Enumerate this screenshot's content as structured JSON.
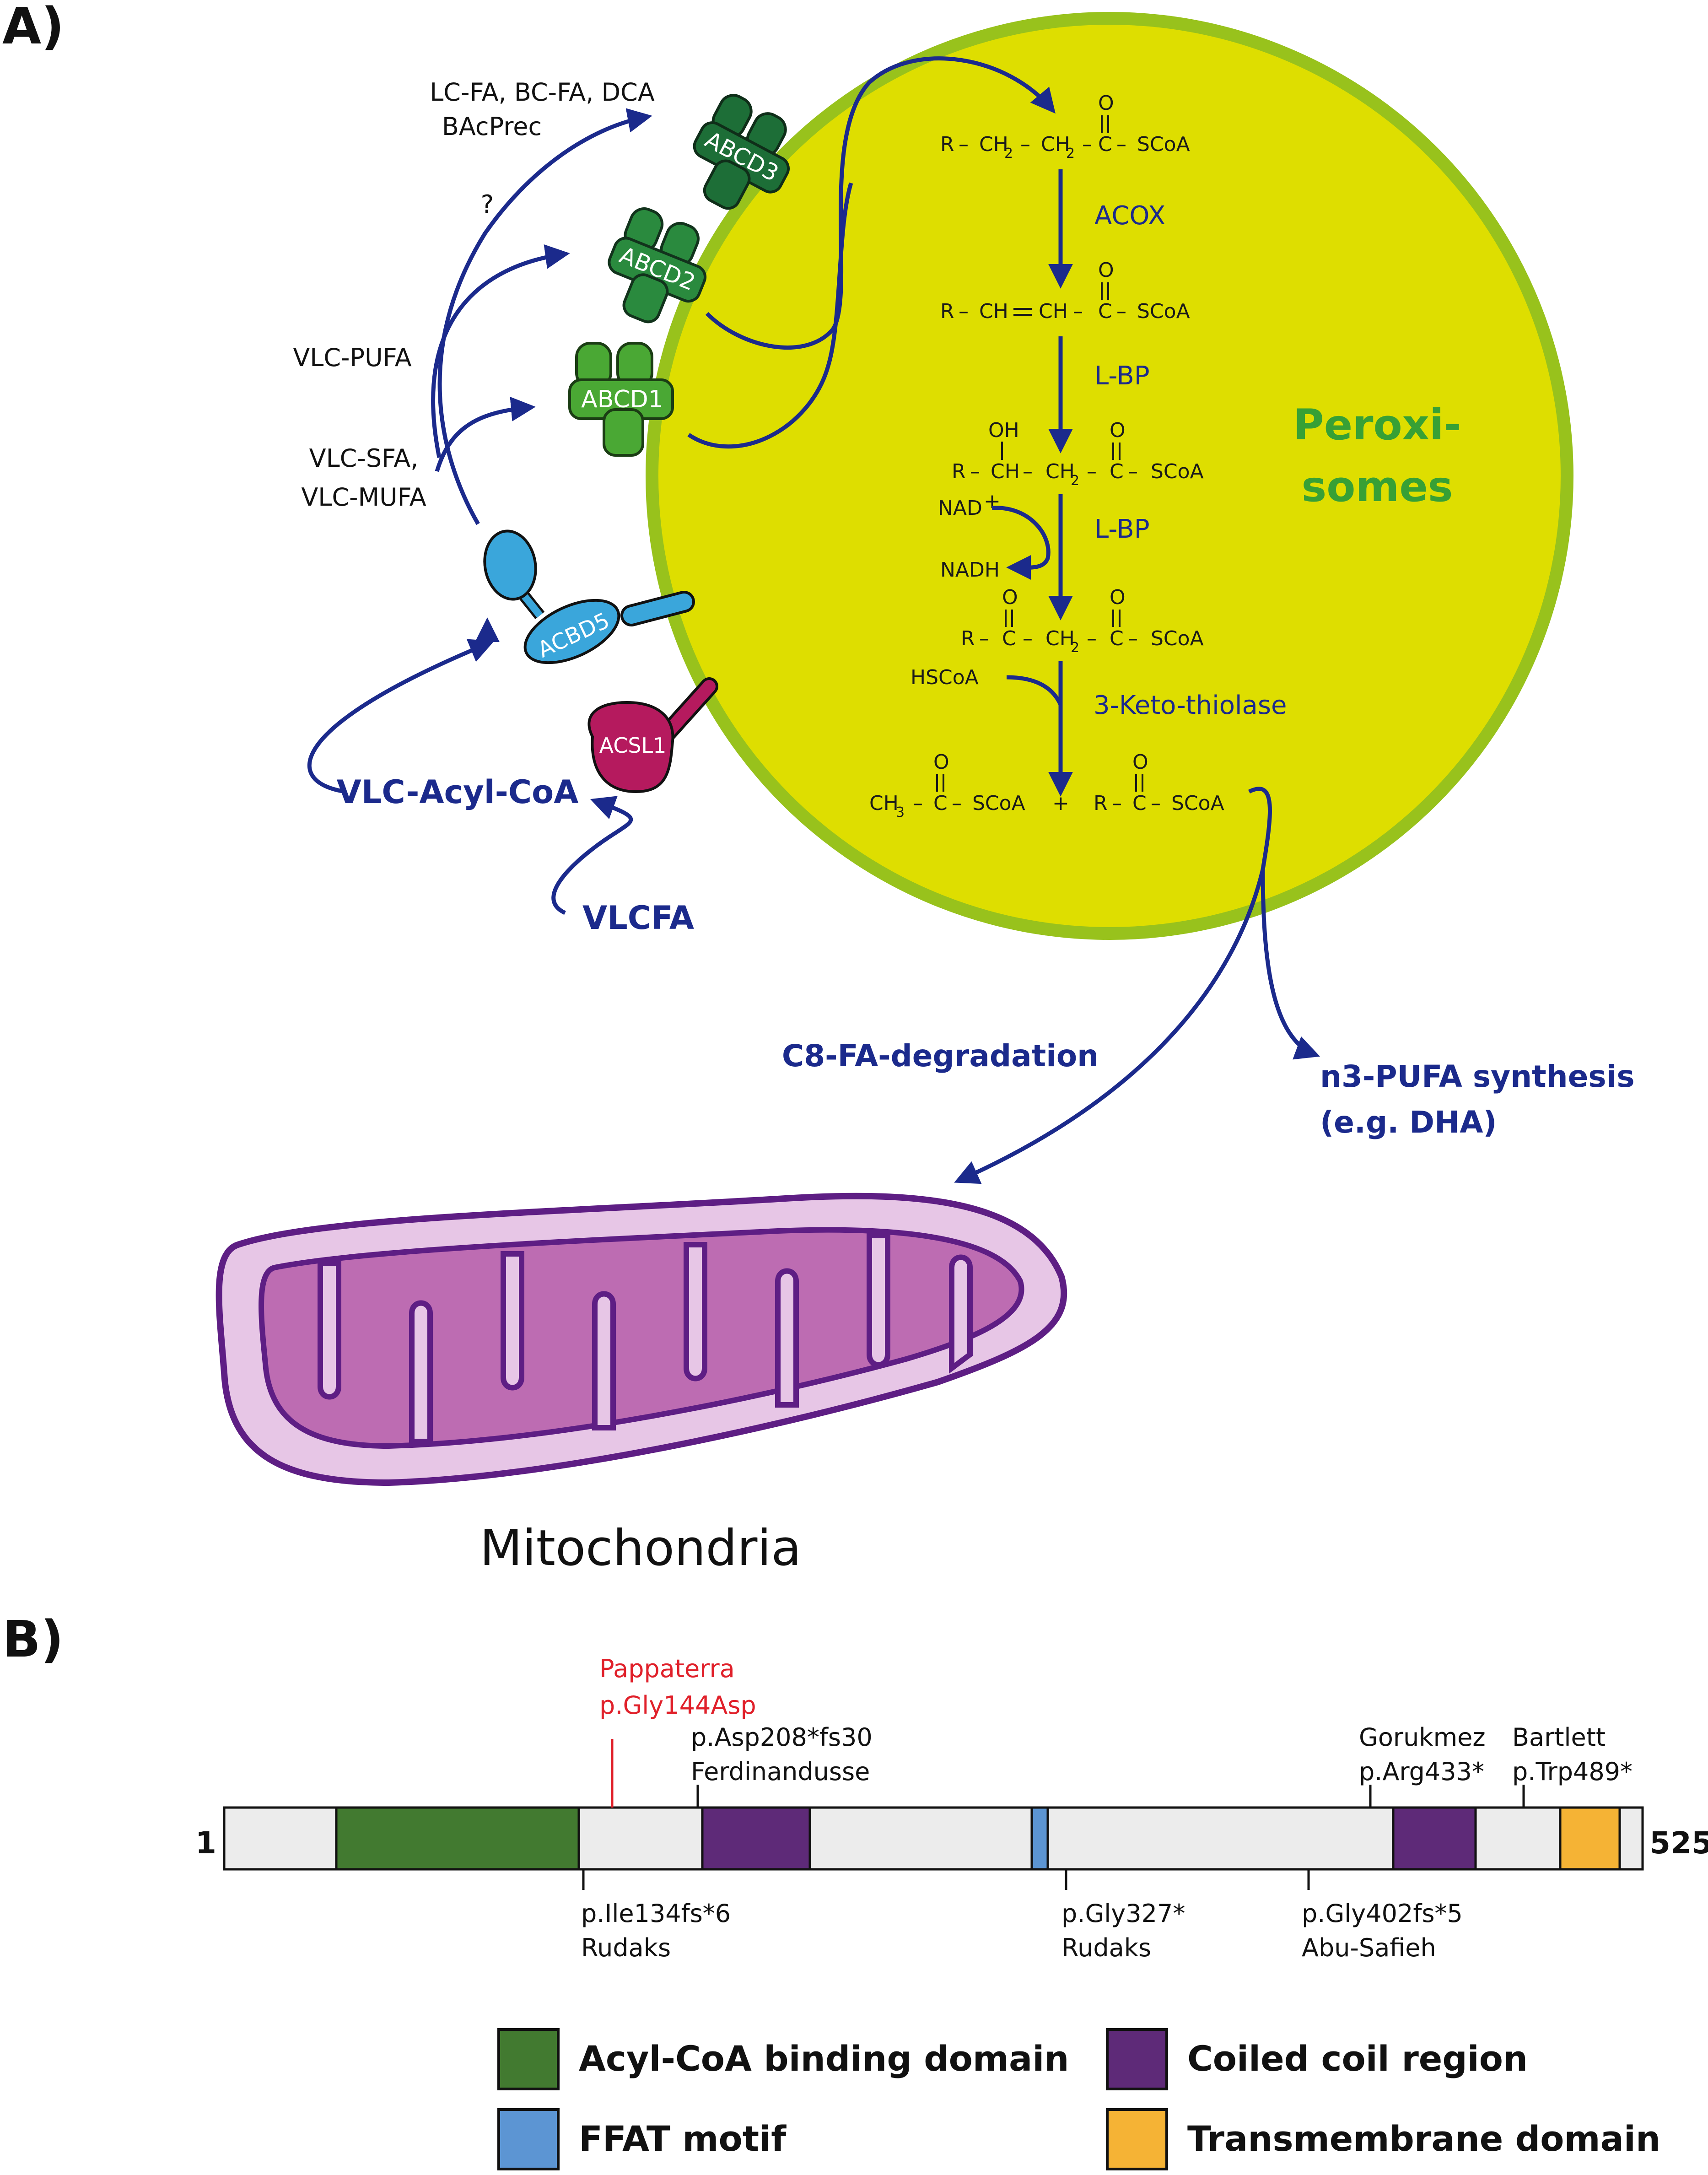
{
  "panel_labels": {
    "a": "A)",
    "b": "B)"
  },
  "panel_a": {
    "organelle_label_line1": "Peroxi-",
    "organelle_label_line2": "somes",
    "mito_label": "Mitochondria",
    "transporters": [
      "ABCD3",
      "ABCD2",
      "ABCD1"
    ],
    "acbd5": "ACBD5",
    "acsl1": "ACSL1",
    "substrates": {
      "lcfa_line1": "LC-FA, BC-FA, DCA",
      "lcfa_line2": "BAcPrec",
      "question": "?",
      "vlc_pufa": "VLC-PUFA",
      "vlc_sfa_line1": "VLC-SFA,",
      "vlc_sfa_line2": "VLC-MUFA",
      "vlc_acyl_coa": "VLC-Acyl-CoA",
      "vlcfa": "VLCFA"
    },
    "enzymes": [
      "ACOX",
      "L-BP",
      "L-BP",
      "3-Keto-thiolase"
    ],
    "cofactors": {
      "nad": "NAD",
      "plus": "+",
      "nadh": "NADH",
      "hscoa": "HSCoA"
    },
    "chem": {
      "R": "R",
      "CH": "CH",
      "CH2": "CH",
      "sub2": "2",
      "sub3": "3",
      "C": "C",
      "O": "O",
      "OH": "OH",
      "SCoA": "SCoA",
      "dash": "–",
      "dbl": "═",
      "plus": "+",
      "CH3": "CH"
    },
    "outputs": {
      "c8": "C8-FA-degradation",
      "n3_line1": "n3-PUFA synthesis",
      "n3_line2": "(e.g. DHA)"
    }
  },
  "panel_b": {
    "start": "1",
    "end": "525",
    "domain_colors": {
      "acyl_coa": "#427a30",
      "coiled_coil": "#5e2a78",
      "ffat": "#5c95d3",
      "transmembrane": "#f5b335",
      "backbone": "#ececec",
      "highlight_variant": "#e0202a"
    },
    "variants_above": [
      {
        "line1": "Pappaterra",
        "line2": "p.Gly144Asp",
        "highlight": true
      },
      {
        "line1": "p.Asp208*fs30",
        "line2": "Ferdinandusse"
      },
      {
        "line1": "Gorukmez",
        "line2": "p.Arg433*"
      },
      {
        "line1": "Bartlett",
        "line2": "p.Trp489*"
      }
    ],
    "variants_below": [
      {
        "line1": "p.Ile134fs*6",
        "line2": "Rudaks"
      },
      {
        "line1": "p.Gly327*",
        "line2": "Rudaks"
      },
      {
        "line1": "p.Gly402fs*5",
        "line2": "Abu-Safieh"
      }
    ],
    "legend": [
      {
        "label": "Acyl-CoA binding domain",
        "color": "#427a30"
      },
      {
        "label": "Coiled coil region",
        "color": "#5e2a78"
      },
      {
        "label": "FFAT motif",
        "color": "#5c95d3"
      },
      {
        "label": "Transmembrane domain",
        "color": "#f5b335"
      }
    ]
  }
}
